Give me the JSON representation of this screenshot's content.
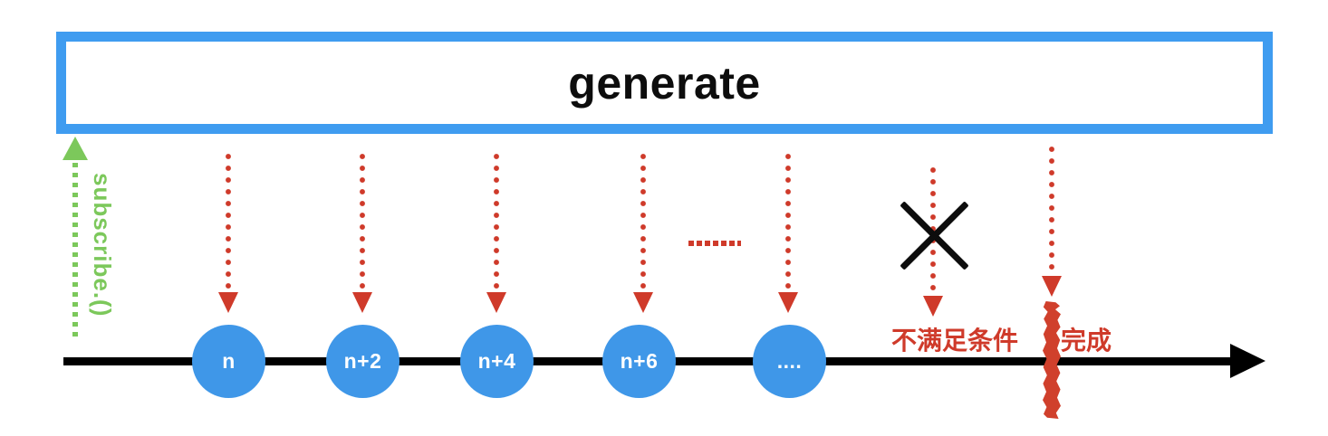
{
  "diagram": {
    "operator_label": "generate",
    "subscribe_label": "subscribe.()",
    "events": [
      {
        "label": "n"
      },
      {
        "label": "n+2"
      },
      {
        "label": "n+4"
      },
      {
        "label": "n+6"
      },
      {
        "label": "...."
      }
    ],
    "condition_fail_label": "不满足条件",
    "complete_label": "完成"
  },
  "colors": {
    "operator_border_blue": "#3f9cf0",
    "marble_blue": "#3f97e8",
    "emission_red": "#cf3a2a",
    "subscribe_green": "#7cc85b",
    "timeline_black": "#000000"
  }
}
